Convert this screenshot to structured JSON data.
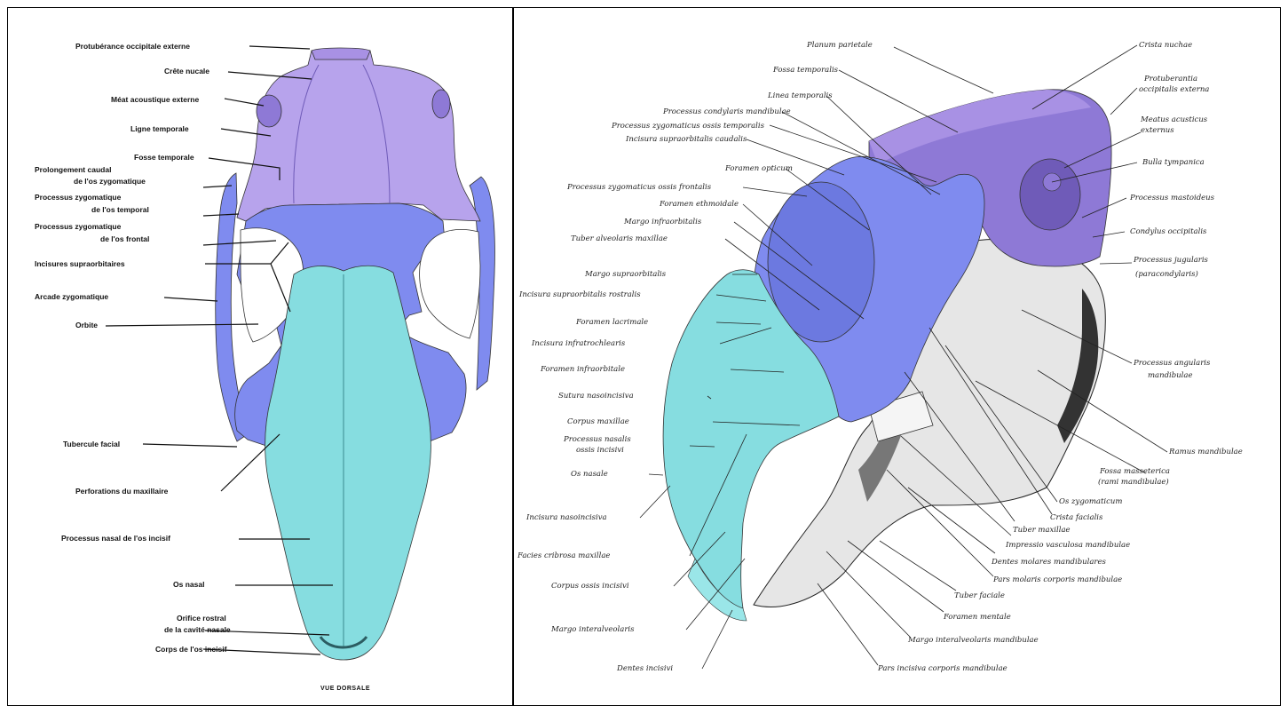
{
  "colors": {
    "purple": "#b7a3ec",
    "blue": "#7f8bef",
    "cyan": "#86dde0",
    "bone_gray": "#e6e6e6",
    "line": "#111111"
  },
  "left": {
    "caption": "VUE DORSALE",
    "labels": [
      "Protubérance occipitale externe",
      "Crête nucale",
      "Méat acoustique externe",
      "Ligne temporale",
      "Fosse temporale",
      "Prolongement caudal",
      "de l'os zygomatique",
      "Processus zygomatique",
      "de l'os temporal",
      "Processus zygomatique",
      "de l'os frontal",
      "Incisures supraorbitaires",
      "Arcade zygomatique",
      "Orbite",
      "Tubercule facial",
      "Perforations du maxillaire",
      "Processus nasal de l'os incisif",
      "Os nasal",
      "Orifice rostral",
      "de la cavité nasale",
      "Corps de l'os incisif"
    ]
  },
  "right": {
    "labels_left": [
      "Planum parietale",
      "Fossa temporalis",
      "Linea temporalis",
      "Processus condylaris mandibulae",
      "Processus zygomaticus ossis temporalis",
      "Incisura supraorbitalis caudalis",
      "Foramen opticum",
      "Processus zygomaticus ossis frontalis",
      "Foramen ethmoidale",
      "Margo infraorbitalis",
      "Tuber alveolaris maxillae",
      "Margo supraorbitalis",
      "Incisura supraorbitalis rostralis",
      "Foramen lacrimale",
      "Incisura infratrochlearis",
      "Foramen infraorbitale",
      "Sutura nasoincisiva",
      "Corpus maxillae",
      "Processus nasalis",
      "ossis incisivi",
      "Os nasale",
      "Incisura nasoincisiva",
      "Facies cribrosa maxillae",
      "Corpus ossis incisivi",
      "Margo interalveolaris",
      "Dentes incisivi"
    ],
    "labels_right": [
      "Crista nuchae",
      "Protuberantia",
      "occipitalis externa",
      "Meatus acusticus",
      "externus",
      "Bulla tympanica",
      "Processus mastoideus",
      "Condylus occipitalis",
      "Processus jugularis",
      "(paracondylaris)",
      "Processus angularis",
      "mandibulae",
      "Ramus mandibulae",
      "Fossa masseterica",
      "(rami mandibulae)",
      "Os zygomaticum",
      "Crista facialis",
      "Tuber maxillae",
      "Impressio vasculosa mandibulae",
      "Dentes molares mandibulares",
      "Pars molaris corporis mandibulae",
      "Tuber faciale",
      "Foramen mentale",
      "Margo interalveolaris mandibulae",
      "Pars incisiva corporis mandibulae"
    ]
  }
}
